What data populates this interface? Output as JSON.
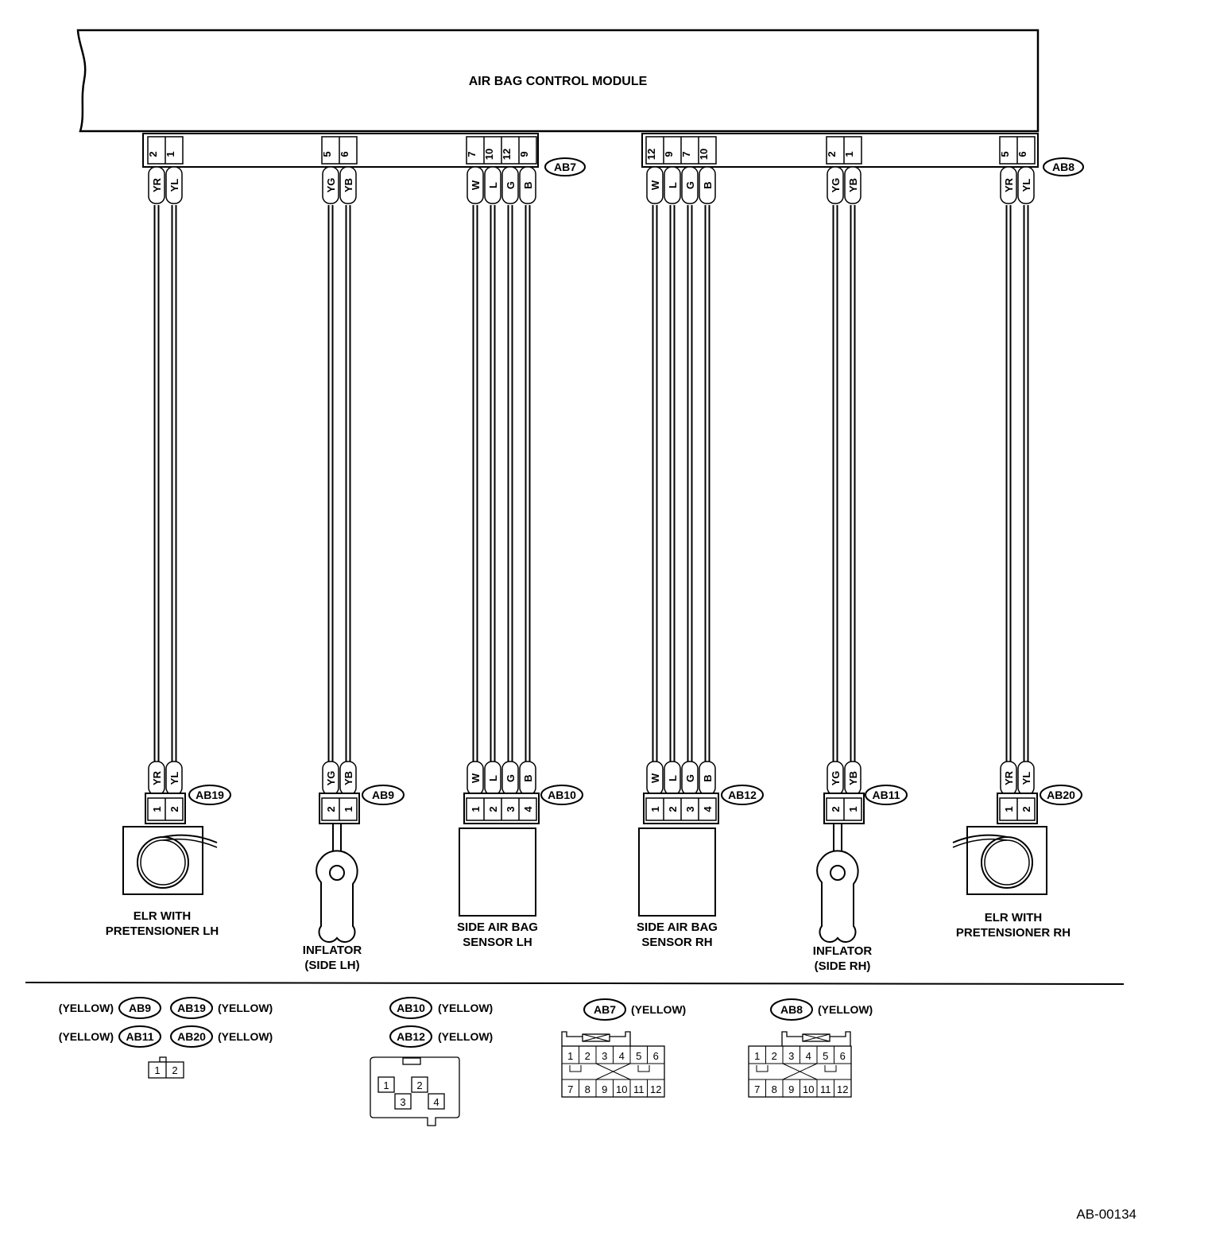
{
  "module": {
    "title": "AIR BAG CONTROL MODULE"
  },
  "connectors": {
    "AB7": "AB7",
    "AB8": "AB8"
  },
  "groups": [
    {
      "id": "elr-lh",
      "pins_top": [
        "2",
        "1"
      ],
      "wires": [
        "YR",
        "YL"
      ],
      "pins_bottom": [
        "1",
        "2"
      ],
      "connector": "AB19",
      "device": "elr",
      "label": [
        "ELR WITH",
        "PRETENSIONER LH"
      ]
    },
    {
      "id": "inflator-lh",
      "pins_top": [
        "5",
        "6"
      ],
      "wires": [
        "YG",
        "YB"
      ],
      "pins_bottom": [
        "2",
        "1"
      ],
      "connector": "AB9",
      "device": "inflator",
      "label": [
        "INFLATOR",
        "(SIDE LH)"
      ]
    },
    {
      "id": "sensor-lh",
      "pins_top": [
        "7",
        "10",
        "12",
        "9"
      ],
      "wires": [
        "W",
        "L",
        "G",
        "B"
      ],
      "pins_bottom": [
        "1",
        "2",
        "3",
        "4"
      ],
      "connector": "AB10",
      "device": "sensor",
      "label": [
        "SIDE AIR BAG",
        "SENSOR LH"
      ]
    },
    {
      "id": "sensor-rh",
      "pins_top": [
        "12",
        "9",
        "7",
        "10"
      ],
      "wires": [
        "W",
        "L",
        "G",
        "B"
      ],
      "pins_bottom": [
        "1",
        "2",
        "3",
        "4"
      ],
      "connector": "AB12",
      "device": "sensor",
      "label": [
        "SIDE AIR BAG",
        "SENSOR RH"
      ]
    },
    {
      "id": "inflator-rh",
      "pins_top": [
        "2",
        "1"
      ],
      "wires": [
        "YG",
        "YB"
      ],
      "pins_bottom": [
        "2",
        "1"
      ],
      "connector": "AB11",
      "device": "inflator",
      "label": [
        "INFLATOR",
        "(SIDE RH)"
      ]
    },
    {
      "id": "elr-rh",
      "pins_top": [
        "5",
        "6"
      ],
      "wires": [
        "YR",
        "YL"
      ],
      "pins_bottom": [
        "1",
        "2"
      ],
      "connector": "AB20",
      "device": "elr",
      "label": [
        "ELR WITH",
        "PRETENSIONER RH"
      ]
    }
  ],
  "legend": {
    "color_word": "(YELLOW)",
    "two_pin_tags": [
      "AB9",
      "AB19",
      "AB11",
      "AB20"
    ],
    "two_pin_numbers": [
      "1",
      "2"
    ],
    "four_pin_tags": [
      "AB10",
      "AB12"
    ],
    "four_pin_numbers": [
      "1",
      "2",
      "3",
      "4"
    ],
    "twelve_pin_tags": [
      "AB7",
      "AB8"
    ],
    "twelve_pin_numbers": [
      "1",
      "2",
      "3",
      "4",
      "5",
      "6",
      "7",
      "8",
      "9",
      "10",
      "11",
      "12"
    ]
  },
  "figure_code": "AB-00134"
}
